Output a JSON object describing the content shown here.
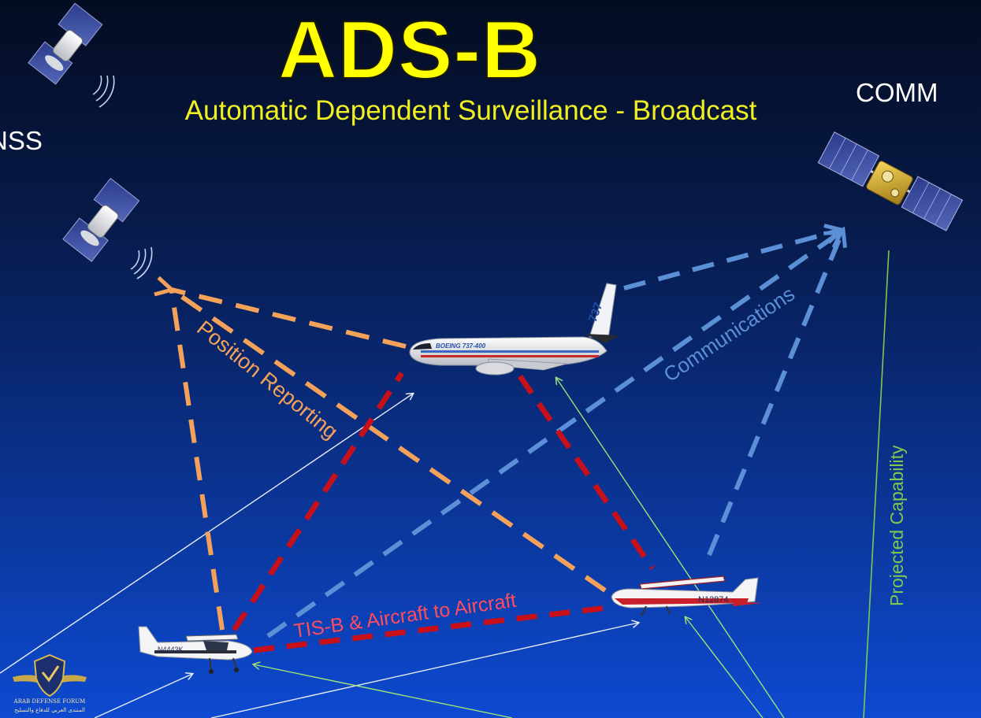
{
  "slide": {
    "title": "ADS-B",
    "subtitle": "Automatic Dependent Surveillance - Broadcast",
    "gnss_label": "NSS",
    "comm_label": "COMM",
    "labels": {
      "position_reporting": "Position Reporting",
      "communications": "Communications",
      "tis_b": "TIS-B  & Aircraft to Aircraft",
      "projected_capability": "Projected Capability"
    },
    "aircraft": {
      "jet_livery": "BOEING 737-400",
      "jet_tail": "737",
      "cessna_right_reg": "N12874",
      "cessna_left_reg": "N4443K"
    },
    "colors": {
      "title": "#ffff00",
      "subtitle": "#f0f020",
      "position_reporting": "#f4a25a",
      "communications": "#5b8fd6",
      "tis_b_line": "#c8101a",
      "tis_b_label": "#ff4d5e",
      "projected_capability": "#7ec850"
    },
    "watermark": {
      "line1": "ARAB DEFENSE FORUM",
      "line2": "المنتدى العربي للدفاع والتسليح"
    }
  }
}
